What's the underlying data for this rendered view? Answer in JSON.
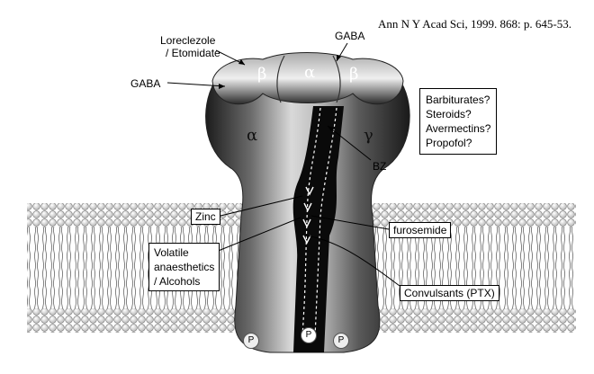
{
  "citation": "Ann N Y Acad Sci, 1999. 868: p. 645-53.",
  "labels": {
    "loreclezole": [
      "Loreclezole",
      "/ Etomidate"
    ],
    "gaba_left": "GABA",
    "gaba_top": "GABA",
    "bz": "BZ",
    "zinc": "Zinc",
    "furosemide": "furosemide",
    "volatile": [
      "Volatile",
      "anaesthetics",
      "/ Alcohols"
    ],
    "convulsants": "Convulsants (PTX)",
    "modulators": [
      "Barbiturates?",
      "Steroids?",
      "Avermectins?",
      "Propofol?"
    ]
  },
  "subunits": {
    "beta_left": "β",
    "alpha_top": "α",
    "beta_right": "β",
    "alpha_side": "α",
    "gamma_side": "γ"
  },
  "phosphate_sites": [
    "P",
    "P",
    "P"
  ],
  "colors": {
    "membrane_head": "#e6e6e6",
    "receptor_dark": "#222222",
    "receptor_light": "#d8d8d8",
    "pore": "#0a0a0a"
  }
}
